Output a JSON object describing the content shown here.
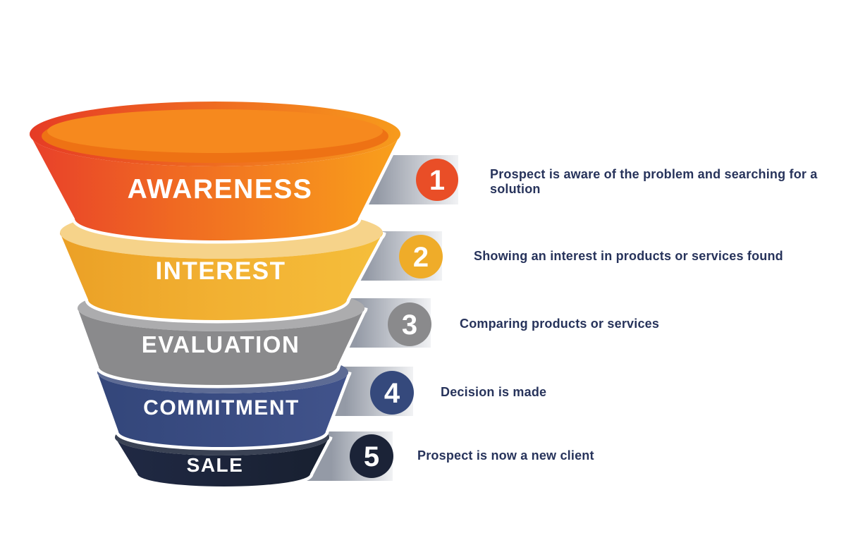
{
  "diagram": {
    "type": "sales-funnel",
    "background_color": "#FFFFFF",
    "description_text_color": "#27335B",
    "band_gradient_start": "#949AA6",
    "band_gradient_end": "#F1F2F4",
    "stages": [
      {
        "number": "1",
        "label": "AWARENESS",
        "description": "Prospect is aware of the problem and searching for a solution",
        "circle_color": "#E94E27",
        "body_color": "#F06A22",
        "lip_color": "#F6891E"
      },
      {
        "number": "2",
        "label": "INTEREST",
        "description": "Showing an interest in products or services found",
        "circle_color": "#EFAC29",
        "body_color": "#F2B132",
        "lip_color": "#F6D38A"
      },
      {
        "number": "3",
        "label": "EVALUATION",
        "description": "Comparing products or services",
        "circle_color": "#8A8A8C",
        "body_color": "#8A8A8C",
        "lip_color": "#ACACAE"
      },
      {
        "number": "4",
        "label": "COMMITMENT",
        "description": "Decision is made",
        "circle_color": "#35497C",
        "body_color": "#3A4C7E",
        "lip_color": "#5D6B94"
      },
      {
        "number": "5",
        "label": "SALE",
        "description": "Prospect is now a new client",
        "circle_color": "#1B2337",
        "body_color": "#1D2538",
        "lip_color": "#3A4254"
      }
    ]
  }
}
